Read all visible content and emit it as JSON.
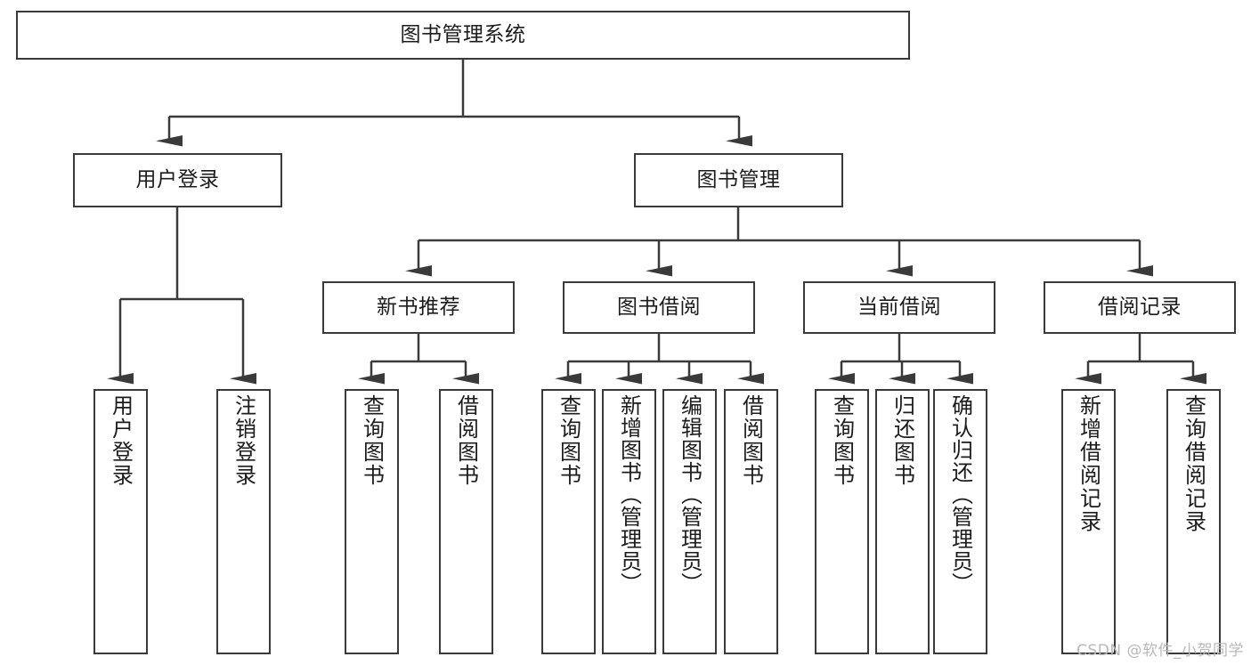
{
  "diagram": {
    "title": "图书管理系统",
    "type": "hierarchy-tree",
    "watermark": "CSDN @软件_小贺同学",
    "colors": {
      "stroke": "#3a3a3a",
      "fill": "#ffffff",
      "text": "#1c1c1c",
      "watermark": "#b9b9b9"
    },
    "nodes": {
      "root": "图书管理系统",
      "level2": [
        "用户登录",
        "图书管理"
      ],
      "level3": [
        "新书推荐",
        "图书借阅",
        "当前借阅",
        "借阅记录"
      ],
      "leaves": {
        "user_login": [
          "用户登录",
          "注销登录"
        ],
        "new_book": [
          "查询图书",
          "借阅图书"
        ],
        "book_borrow": [
          "查询图书",
          "新增图书（管理员）",
          "编辑图书（管理员）",
          "借阅图书"
        ],
        "current_borrow": [
          "查询图书",
          "归还图书",
          "确认归还（管理员）"
        ],
        "borrow_record": [
          "新增借阅记录",
          "查询借阅记录"
        ]
      }
    }
  }
}
